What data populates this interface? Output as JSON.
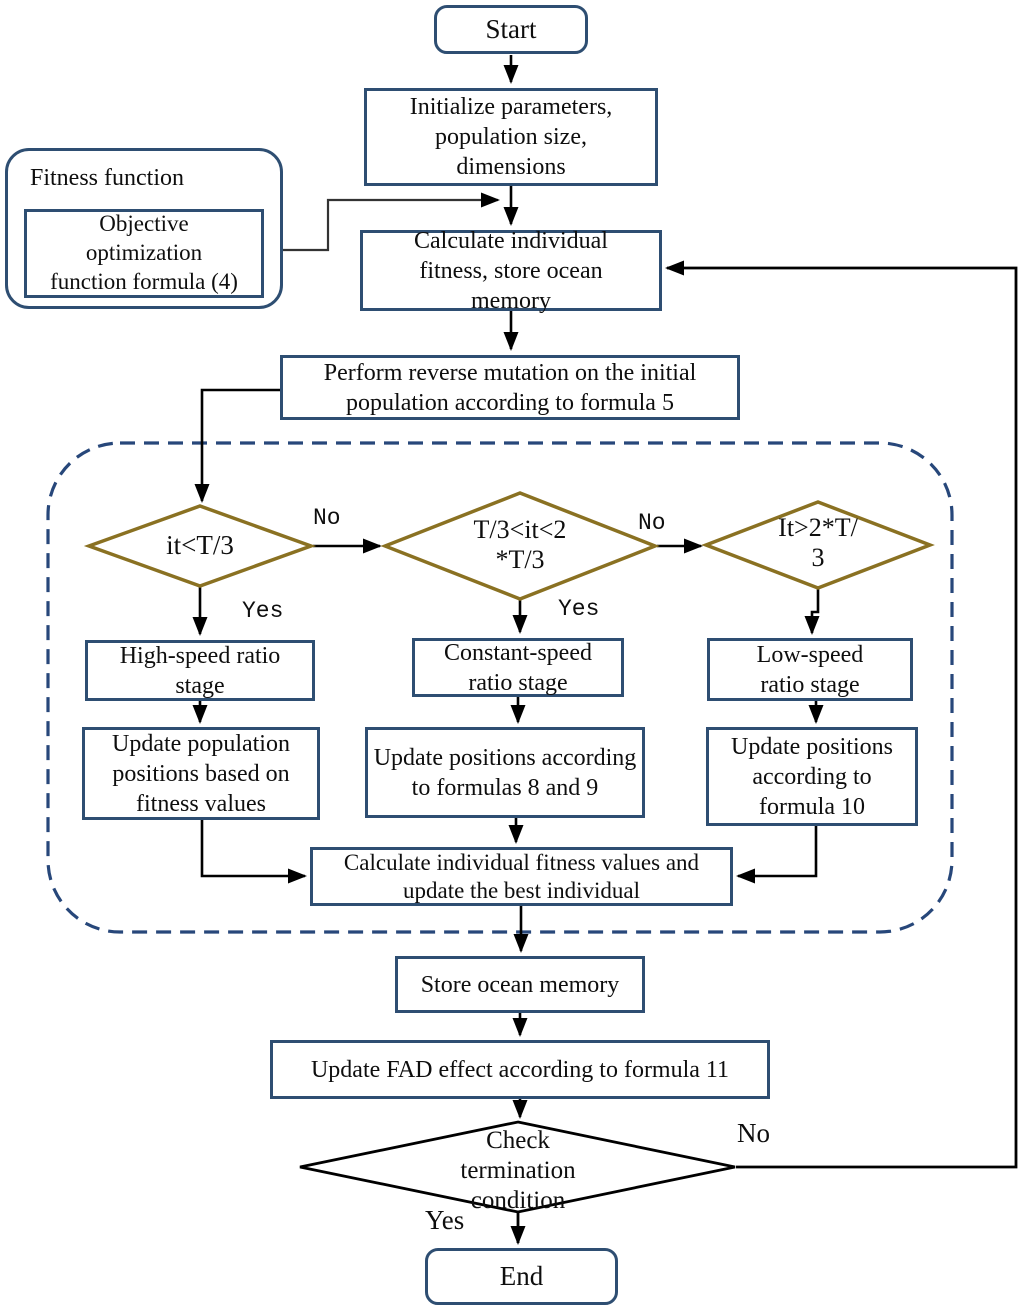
{
  "nodes": {
    "start": "Start",
    "initialize": "Initialize parameters,\npopulation size,\ndimensions",
    "fitness_group_label": "Fitness function",
    "objective": "Objective\noptimization\nfunction formula (4)",
    "calculate_fitness": "Calculate individual\nfitness, store ocean\nmemory",
    "reverse_mutation": "Perform reverse mutation on the initial\npopulation according to formula 5",
    "decision_early": "it<T/3",
    "decision_mid": "T/3<it<2\n*T/3",
    "decision_late": "It>2*T/\n3",
    "high_speed_stage": "High-speed ratio\nstage",
    "constant_speed_stage": "Constant-speed\nratio stage",
    "low_speed_stage": "Low-speed\nratio stage",
    "update_high": "Update population\npositions based on\nfitness values",
    "update_constant": "Update positions according\nto formulas 8 and 9",
    "update_low": "Update positions\naccording to\nformula 10",
    "calculate_best": "Calculate individual fitness values and\nupdate the best individual",
    "store_memory": "Store ocean memory",
    "update_fad": "Update FAD effect according to formula 11",
    "check_termination": "Check\ntermination\ncondition",
    "end": "End"
  },
  "labels": {
    "no_early": "No",
    "no_mid": "No",
    "yes_early": "Yes",
    "yes_mid": "Yes",
    "no_termination": "No",
    "yes_termination": "Yes"
  },
  "colors": {
    "box_border": "#2e4e72",
    "diamond_border": "#8a7122",
    "dashed_border": "#27477a",
    "termination_border": "#000000",
    "line": "#000000",
    "background": "#ffffff"
  }
}
